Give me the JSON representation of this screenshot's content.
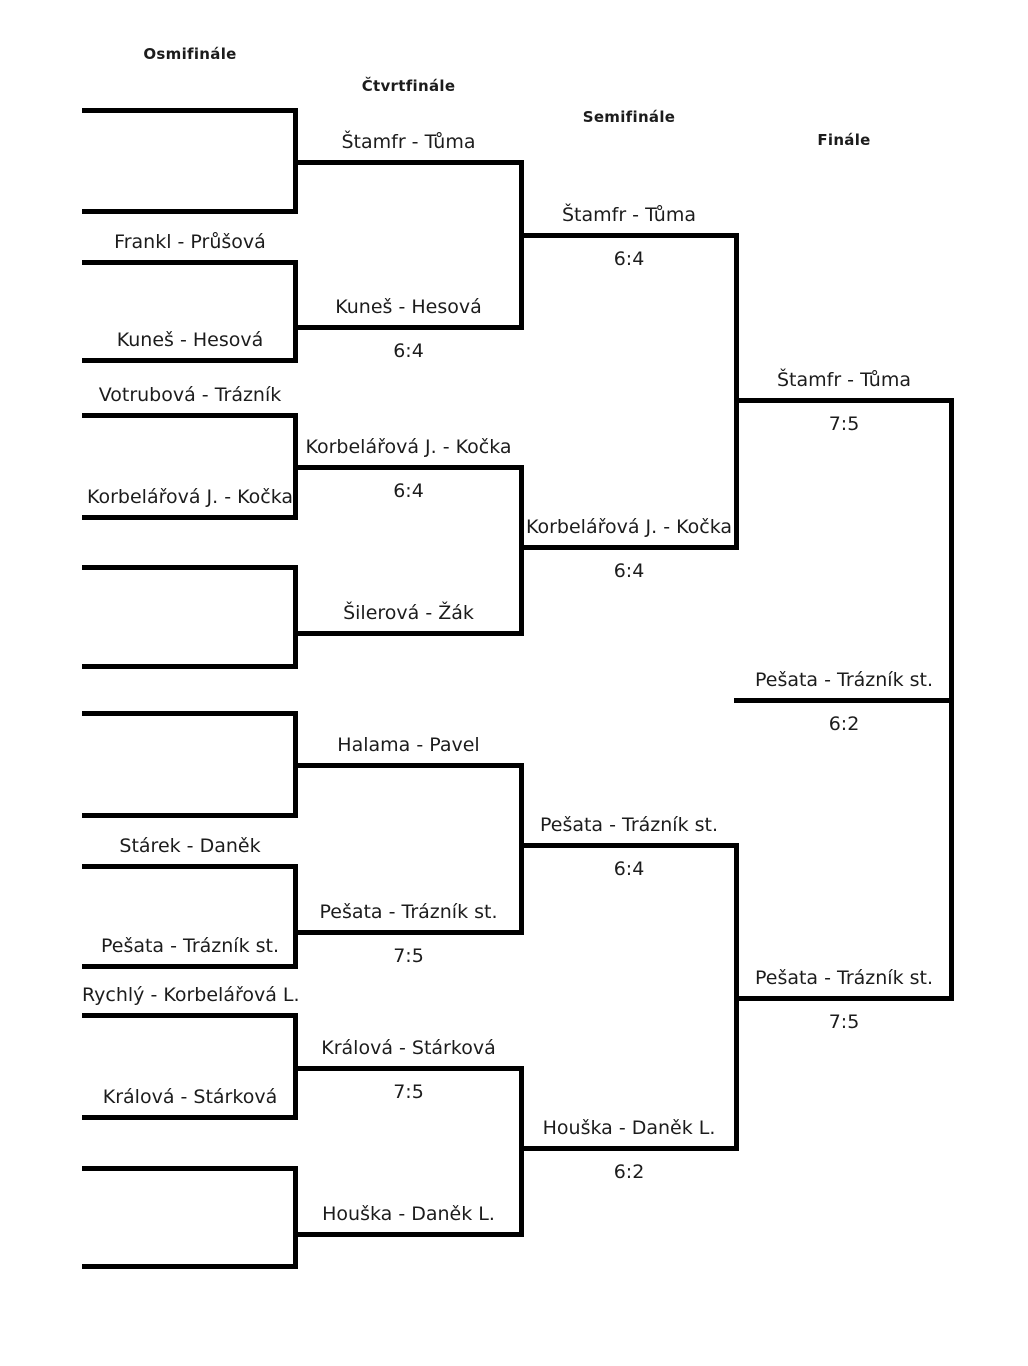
{
  "page": {
    "background_color": "#ffffff",
    "line_color": "#000000",
    "text_color": "#1c1c1c"
  },
  "headers": {
    "round_of_16": "Osmifinále",
    "quarterfinal": "Čtvrtfinále",
    "semifinal": "Semifinále",
    "final": "Finále"
  },
  "bracket": {
    "round_of_16_slots": [
      "",
      "",
      "Frankl - Průšová",
      "Kuneš - Hesová",
      "Votrubová - Trázník",
      "Korbelářová J. - Kočka",
      "",
      "",
      "",
      "",
      "Stárek - Daněk",
      "Pešata - Trázník st.",
      "Rychlý - Korbelářová L.",
      "Králová - Stárková",
      "",
      ""
    ],
    "quarterfinal_slots": [
      {
        "name": "Štamfr - Tůma",
        "score": ""
      },
      {
        "name": "Kuneš - Hesová",
        "score": "6:4"
      },
      {
        "name": "Korbelářová J. - Kočka",
        "score": "6:4"
      },
      {
        "name": "Šilerová - Žák",
        "score": ""
      },
      {
        "name": "Halama - Pavel",
        "score": ""
      },
      {
        "name": "Pešata - Trázník st.",
        "score": "7:5"
      },
      {
        "name": "Králová - Stárková",
        "score": "7:5"
      },
      {
        "name": "Houška - Daněk L.",
        "score": ""
      }
    ],
    "semifinal_slots": [
      {
        "name": "Štamfr - Tůma",
        "score": "6:4"
      },
      {
        "name": "Korbelářová J. - Kočka",
        "score": "6:4"
      },
      {
        "name": "Pešata - Trázník st.",
        "score": "6:4"
      },
      {
        "name": "Houška - Daněk L.",
        "score": "6:2"
      }
    ],
    "final_slots": [
      {
        "name": "Štamfr - Tůma",
        "score": "7:5"
      },
      {
        "name": "Pešata - Trázník st.",
        "score": "7:5"
      }
    ],
    "champion": {
      "name": "Pešata - Trázník st.",
      "score": "6:2"
    }
  }
}
